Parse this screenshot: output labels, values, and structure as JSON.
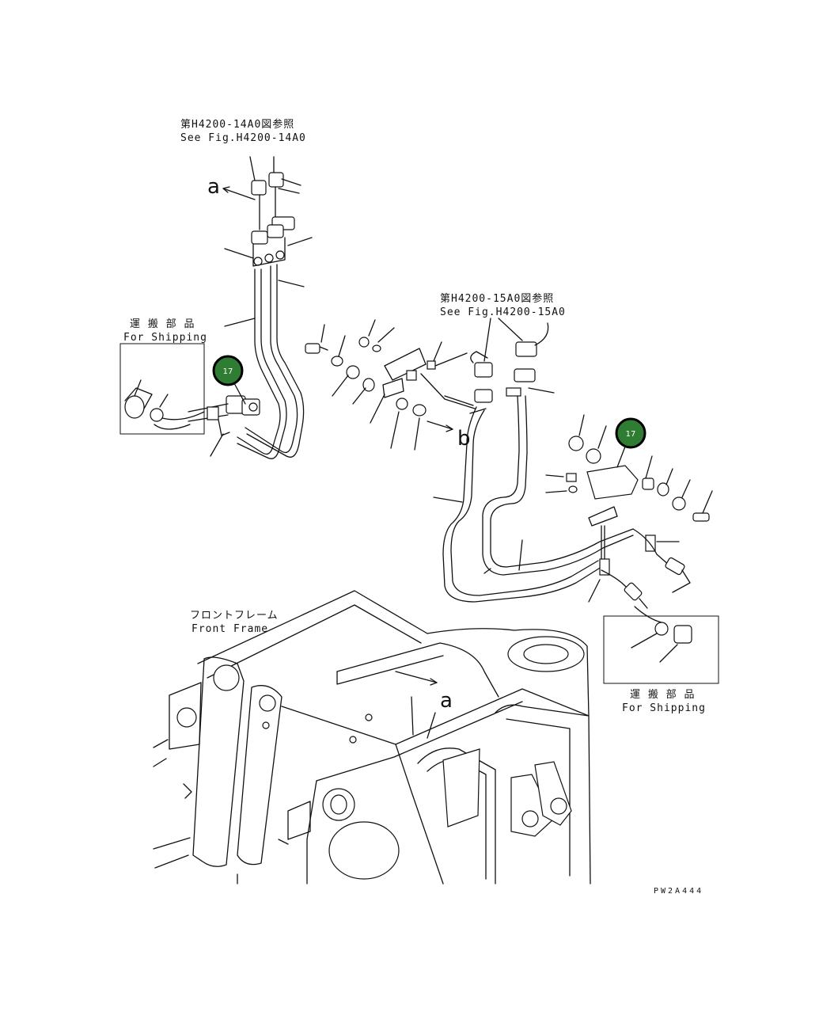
{
  "references": {
    "top": {
      "jp": "第H4200-14A0図参照",
      "en": "See Fig.H4200-14A0"
    },
    "middle": {
      "jp": "第H4200-15A0図参照",
      "en": "See Fig.H4200-15A0"
    }
  },
  "shipping": {
    "left": {
      "jp": "運 搬 部 品",
      "en": "For Shipping"
    },
    "right": {
      "jp": "運 搬 部 品",
      "en": "For Shipping"
    }
  },
  "frame_label": {
    "jp": "フロントフレーム",
    "en": "Front Frame"
  },
  "view_markers": {
    "a": "a",
    "b": "b"
  },
  "badges": [
    {
      "text": "17"
    },
    {
      "text": "17"
    }
  ],
  "drawing_code": "PW2A444",
  "colors": {
    "badge": "#2e7d32",
    "line": "#111111"
  }
}
